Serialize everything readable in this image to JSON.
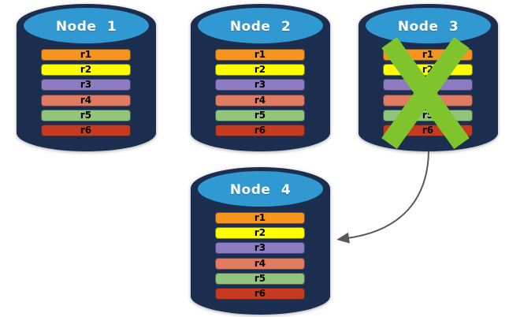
{
  "diagram": {
    "nodes": [
      {
        "id": "node-1",
        "label": "Node 1",
        "failed": false
      },
      {
        "id": "node-2",
        "label": "Node 2",
        "failed": false
      },
      {
        "id": "node-3",
        "label": "Node 3",
        "failed": true
      },
      {
        "id": "node-4",
        "label": "Node 4",
        "failed": false
      }
    ],
    "rows": [
      {
        "label": "r1",
        "color": "#F7941E"
      },
      {
        "label": "r2",
        "color": "#FFFF00"
      },
      {
        "label": "r3",
        "color": "#8E7CC3"
      },
      {
        "label": "r4",
        "color": "#E07B62"
      },
      {
        "label": "r5",
        "color": "#93C47D"
      },
      {
        "label": "r6",
        "color": "#C63B1F"
      }
    ],
    "colors": {
      "cylinder_body": "#1C2E50",
      "cylinder_top": "#3199D2",
      "x_mark": "#7FC42D",
      "arrow": "#595959"
    }
  }
}
